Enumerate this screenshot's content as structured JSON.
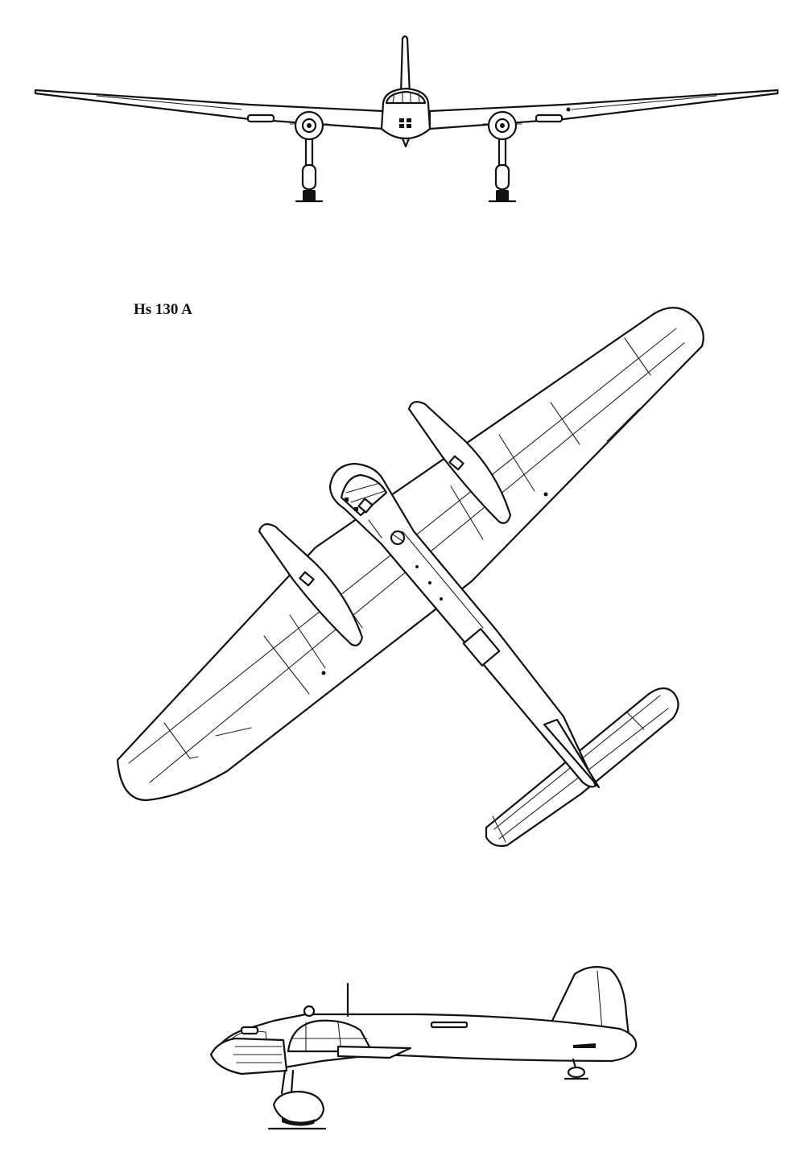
{
  "drawing": {
    "caption": "Hs 130 A",
    "views": [
      "front-view",
      "top-view",
      "side-view"
    ],
    "line_color": "#111111",
    "background": "#ffffff"
  }
}
